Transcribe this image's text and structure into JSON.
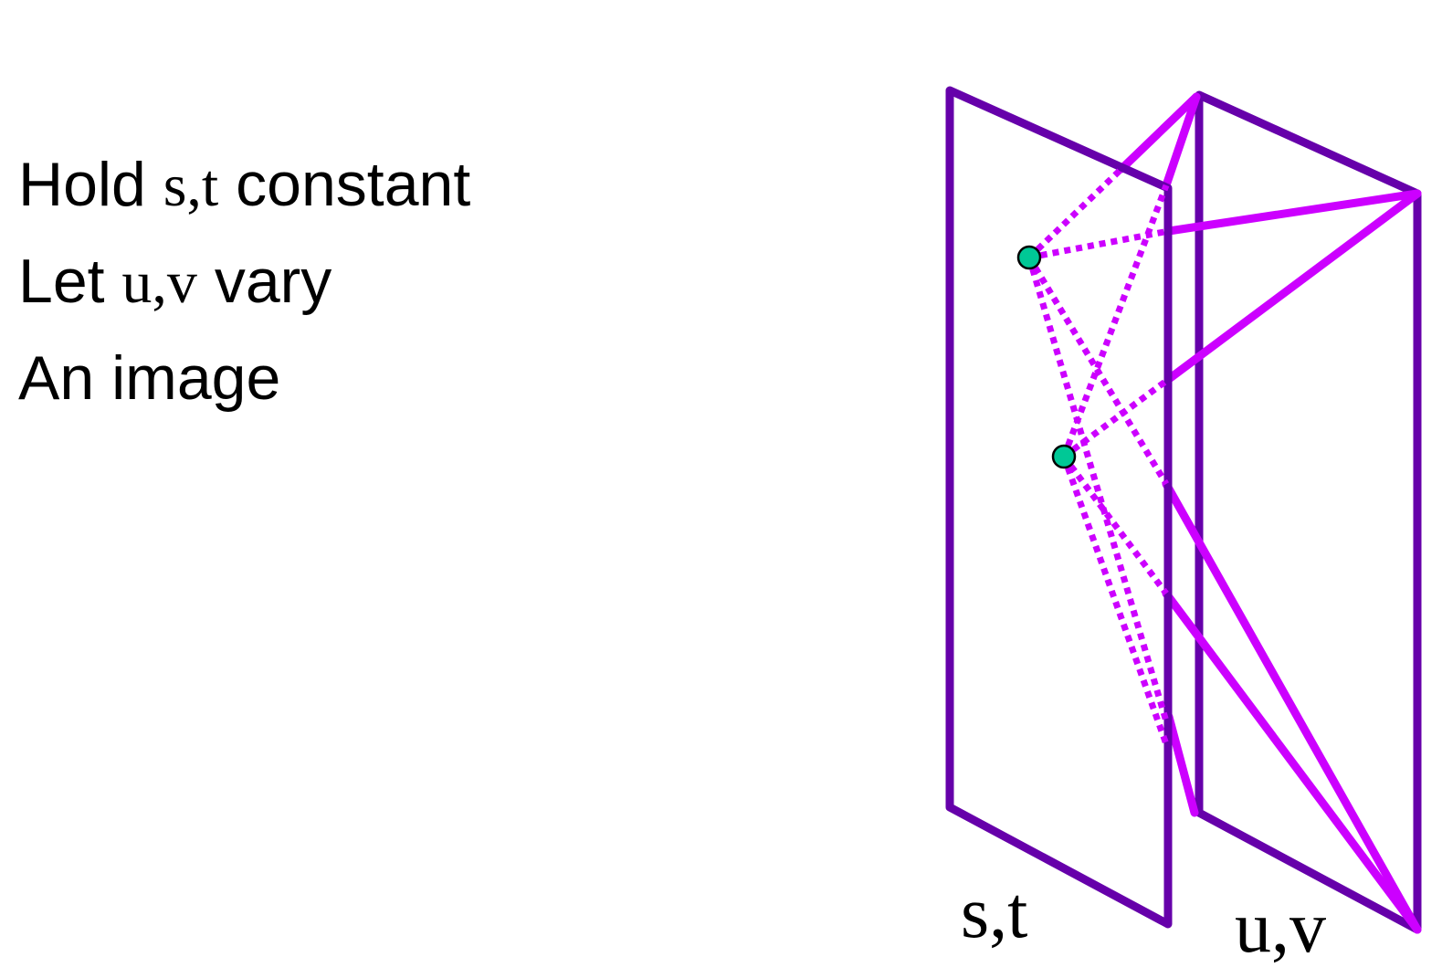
{
  "bullets": [
    {
      "pre": "Hold ",
      "var": "s,t",
      "post": " constant"
    },
    {
      "pre": "Let ",
      "var": "u,v",
      "post": " vary"
    },
    {
      "pre": "An image",
      "var": "",
      "post": ""
    }
  ],
  "diagram": {
    "plane_st_label": "s,t",
    "plane_uv_label": "u,v"
  },
  "colors": {
    "plane_frame": "#6600AA",
    "ray": "#CC00FF",
    "point_fill": "#00C896",
    "point_stroke": "#000000",
    "text": "#000000"
  }
}
